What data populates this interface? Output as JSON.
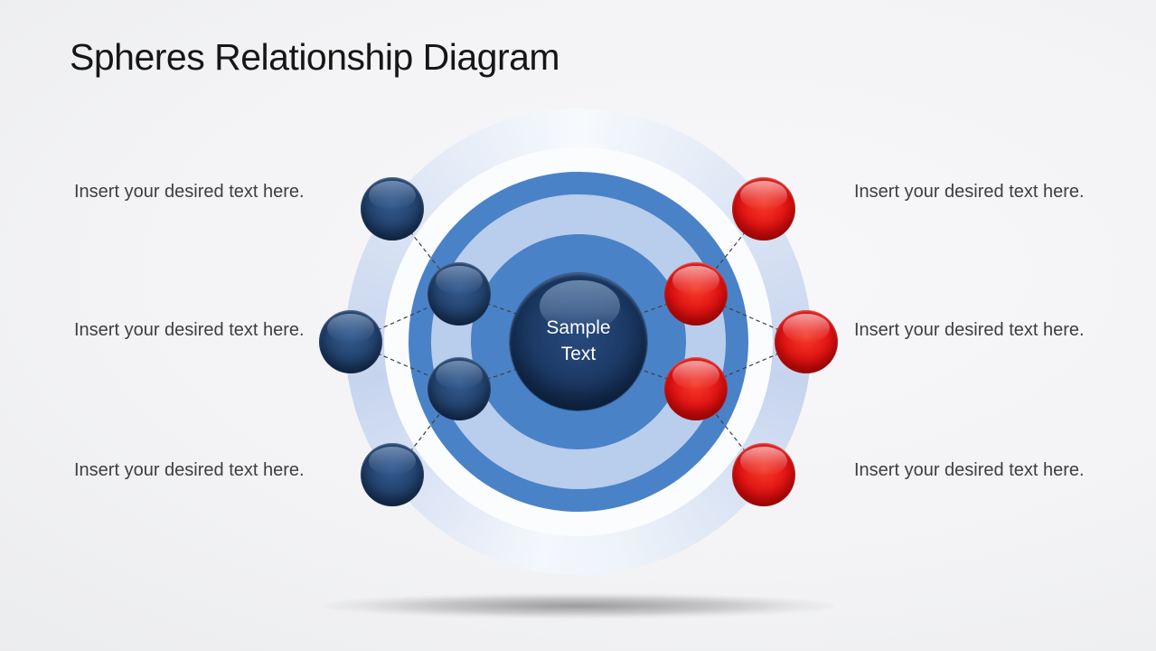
{
  "slide": {
    "title": "Spheres Relationship Diagram",
    "diagram": {
      "center_sphere_label": "Sample Text",
      "navy_sphere_count": 5,
      "red_sphere_count": 5,
      "colors": {
        "ring_blue": "#4a82c8",
        "ring_light_blue": "#b9cdec",
        "ring_pale_blue": "#c6d4ee",
        "navy_sphere": "#24446f",
        "red_sphere": "#e11212",
        "center_sphere": "#1d3b67",
        "title_text": "#161616",
        "body_text": "#3e3e3e"
      }
    },
    "labels": {
      "left": [
        "Insert your desired text here.",
        "Insert your desired text here.",
        "Insert your desired text here."
      ],
      "right": [
        "Insert your desired text here.",
        "Insert your desired text here.",
        "Insert your desired text here."
      ]
    }
  }
}
